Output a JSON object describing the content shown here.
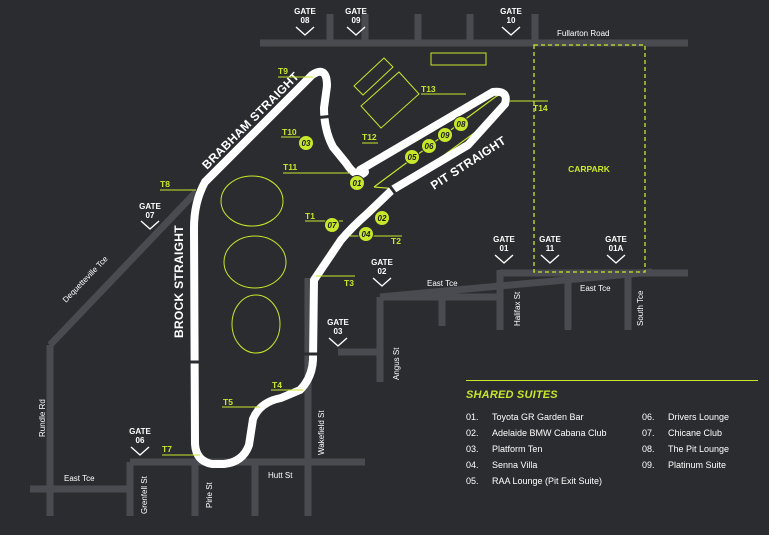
{
  "colors": {
    "background": "#2b2c30",
    "road": "#4a4b50",
    "track": "#ffffff",
    "accent": "#c8e62a"
  },
  "streets": {
    "fullarton": "Fullarton Road",
    "east_tce_top": "East Tce",
    "east_tce_right": "East Tce",
    "halifax": "Halifax St",
    "south_tce": "South Tce",
    "angus": "Angus St",
    "wakefield": "Wakefield St",
    "hutt": "Hutt St",
    "pirie": "Pirie St",
    "grenfell": "Grenfell St",
    "east_tce_bottom": "East Tce",
    "rundle": "Rundle Rd",
    "dequetteville": "Dequetteville Tce"
  },
  "gates": [
    {
      "id": "g08",
      "line1": "GATE",
      "line2": "08"
    },
    {
      "id": "g09",
      "line1": "GATE",
      "line2": "09"
    },
    {
      "id": "g10",
      "line1": "GATE",
      "line2": "10"
    },
    {
      "id": "g07",
      "line1": "GATE",
      "line2": "07"
    },
    {
      "id": "g02",
      "line1": "GATE",
      "line2": "02"
    },
    {
      "id": "g03",
      "line1": "GATE",
      "line2": "03"
    },
    {
      "id": "g01",
      "line1": "GATE",
      "line2": "01"
    },
    {
      "id": "g11",
      "line1": "GATE",
      "line2": "11"
    },
    {
      "id": "g01a",
      "line1": "GATE",
      "line2": "01A"
    },
    {
      "id": "g06",
      "line1": "GATE",
      "line2": "06"
    }
  ],
  "turns": [
    "T1",
    "T2",
    "T3",
    "T4",
    "T5",
    "T7",
    "T8",
    "T9",
    "T10",
    "T11",
    "T12",
    "T13",
    "T14"
  ],
  "straights": {
    "brabham": "BRABHAM STRAIGHT",
    "brock": "BROCK STRAIGHT",
    "pit": "PIT STRAIGHT"
  },
  "carpark": "CARPARK",
  "suite_markers": [
    "01",
    "02",
    "03",
    "04",
    "05",
    "06",
    "07",
    "08",
    "09"
  ],
  "legend": {
    "title": "SHARED SUITES",
    "col1": [
      {
        "num": "01.",
        "name": "Toyota GR Garden Bar"
      },
      {
        "num": "02.",
        "name": "Adelaide BMW Cabana Club"
      },
      {
        "num": "03.",
        "name": "Platform Ten"
      },
      {
        "num": "04.",
        "name": "Senna Villa"
      },
      {
        "num": "05.",
        "name": "RAA Lounge (Pit Exit Suite)"
      }
    ],
    "col2": [
      {
        "num": "06.",
        "name": "Drivers Lounge"
      },
      {
        "num": "07.",
        "name": "Chicane Club"
      },
      {
        "num": "08.",
        "name": "The Pit Lounge"
      },
      {
        "num": "09.",
        "name": "Platinum Suite"
      }
    ]
  }
}
